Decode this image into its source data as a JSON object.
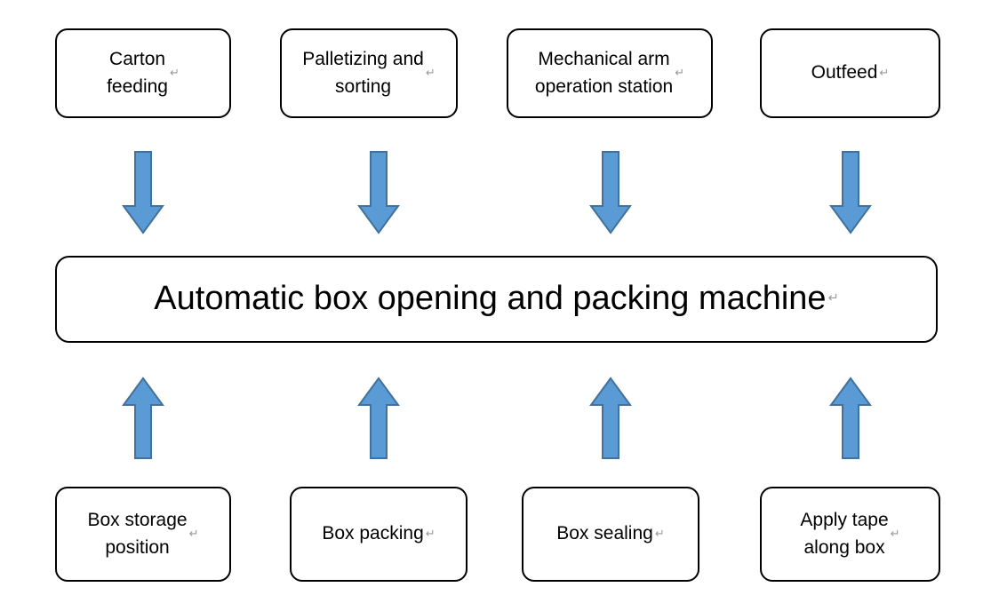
{
  "diagram": {
    "title": "Automatic box opening and packing machine process diagram",
    "background_color": "#ffffff",
    "box_border_color": "#000000",
    "box_fill_color": "#ffffff",
    "arrow_fill_color": "#5B9BD5",
    "arrow_border_color": "#41719C",
    "pilcrow_glyph": "↵"
  },
  "center": {
    "label": "Automatic box opening and packing machine",
    "pilcrow": "↵"
  },
  "top_row": [
    {
      "label": "Carton\nfeeding ",
      "pilcrow": "↵"
    },
    {
      "label": "Palletizing and\nsorting",
      "pilcrow": "↵"
    },
    {
      "label": "Mechanical arm\noperation station",
      "pilcrow": "↵"
    },
    {
      "label": "Outfeed",
      "pilcrow": "↵"
    }
  ],
  "bottom_row": [
    {
      "label": "Box storage\nposition",
      "pilcrow": "↵"
    },
    {
      "label": "Box packing",
      "pilcrow": "↵"
    },
    {
      "label": "Box sealing",
      "pilcrow": "↵"
    },
    {
      "label": "Apply tape\nalong box",
      "pilcrow": "↵"
    }
  ],
  "arrows_down": [
    {
      "name": "arrow-down-carton-feeding"
    },
    {
      "name": "arrow-down-palletizing-and-sorting"
    },
    {
      "name": "arrow-down-mechanical-arm-operation-station"
    },
    {
      "name": "arrow-down-outfeed"
    }
  ],
  "arrows_up": [
    {
      "name": "arrow-up-box-storage-position"
    },
    {
      "name": "arrow-up-box-packing"
    },
    {
      "name": "arrow-up-box-sealing"
    },
    {
      "name": "arrow-up-apply-tape-along-box"
    }
  ]
}
